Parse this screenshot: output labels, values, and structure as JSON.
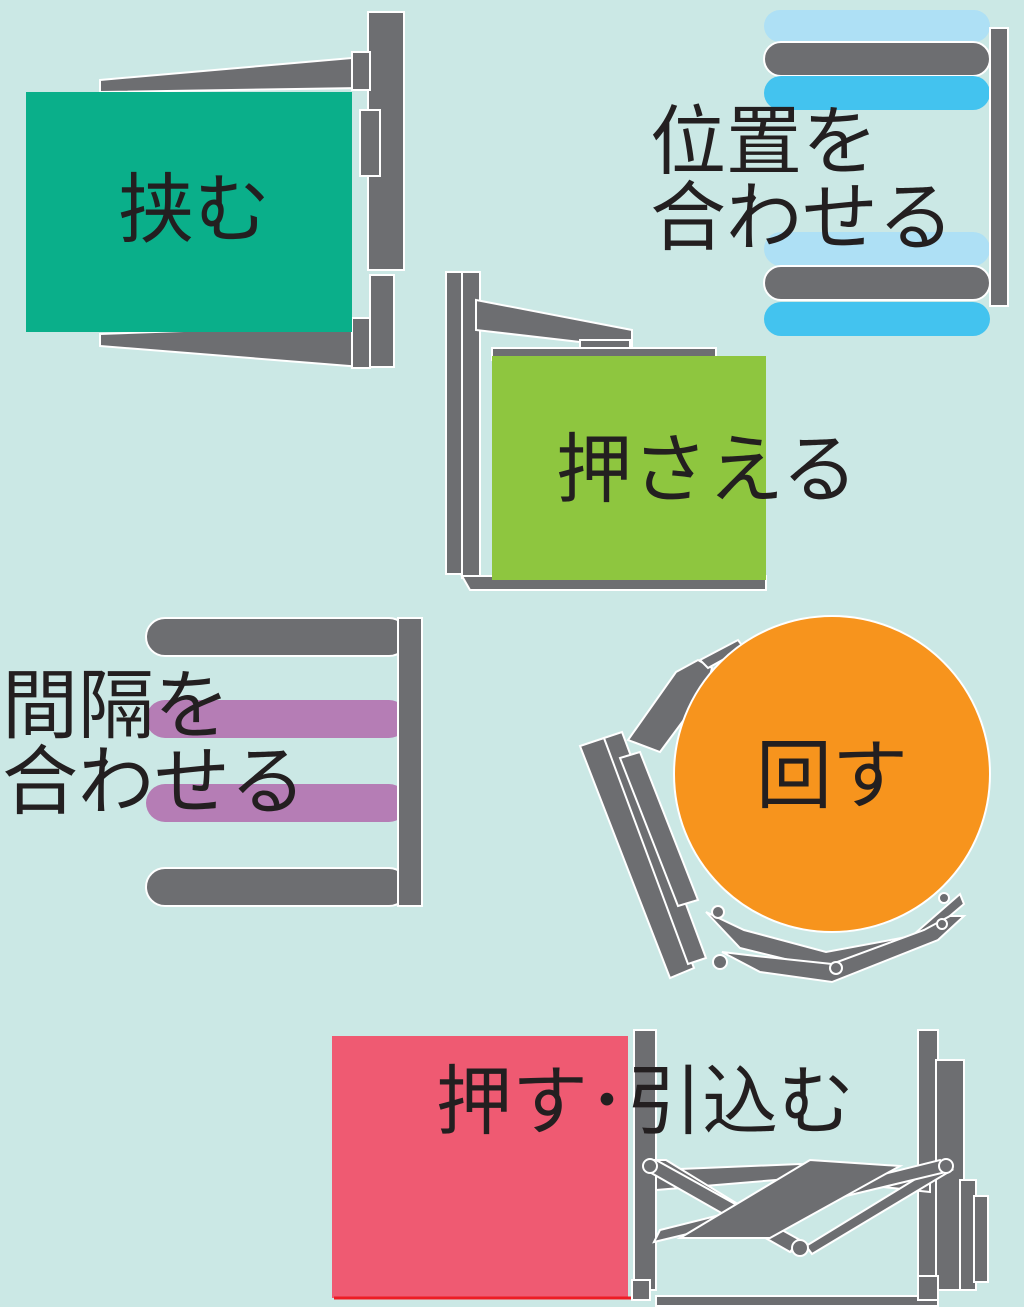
{
  "panels": {
    "clamp": {
      "label": "挟む",
      "color": "#0aaf8a"
    },
    "align": {
      "line1": "位置を",
      "line2": "合わせる",
      "colors": [
        "#aee0f5",
        "#43c3ef"
      ]
    },
    "press": {
      "label": "押さえる",
      "color": "#8ec63f"
    },
    "spacing": {
      "line1": "間隔を",
      "line2": "合わせる",
      "color": "#b57db5"
    },
    "rotate": {
      "label": "回す",
      "color": "#f7941d"
    },
    "pushpull": {
      "label": "押す･引込む",
      "color": "#ef5a72"
    }
  },
  "mechanism_color": "#6d6e71"
}
